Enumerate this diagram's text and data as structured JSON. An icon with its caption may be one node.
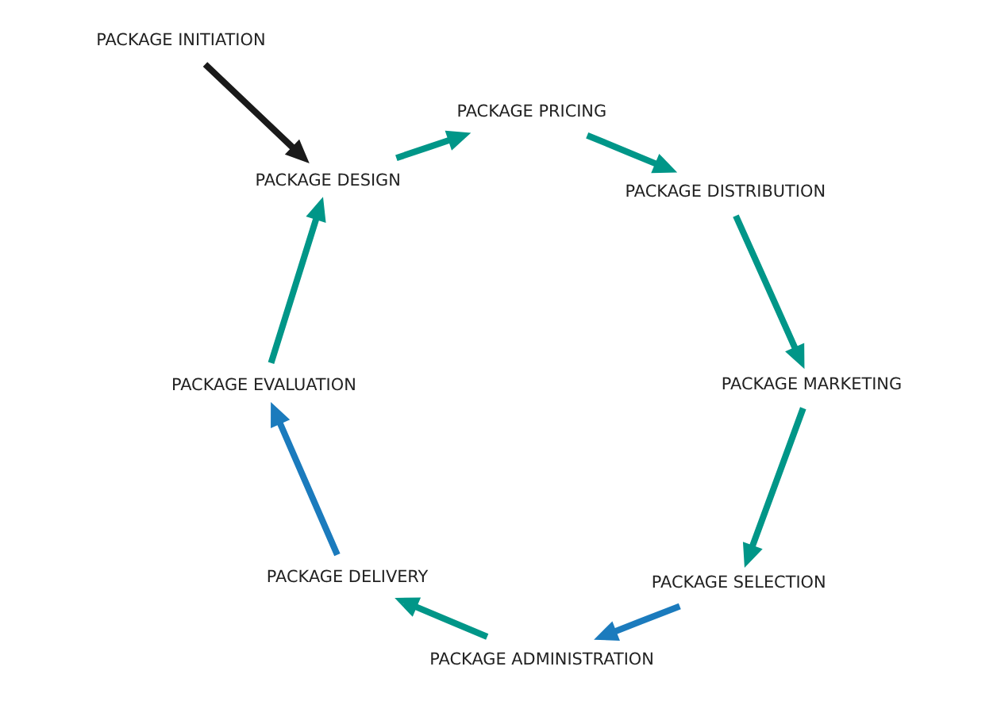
{
  "diagram": {
    "nodes": [
      {
        "text": [
          "PACKAGE INITIATION"
        ]
      },
      {
        "text": [
          "PACKAGE EVALUATION"
        ]
      },
      {
        "text": [
          "PACKAGE DESIGN"
        ]
      },
      {
        "text": [
          "PACKAGE PRICING"
        ]
      },
      {
        "text": [
          "PACKAGE DISTRIBUTION"
        ]
      },
      {
        "text": [
          "PACKAGE MARKETING"
        ]
      },
      {
        "text": [
          "PACKAGE SELECTION"
        ]
      },
      {
        "text": [
          "PACKAGE ADMINISTRATION"
        ]
      },
      {
        "text": [
          "PACKAGE DELIVERY"
        ]
      }
    ],
    "edges": [
      {
        "from": 0,
        "to": 2,
        "arrow": "to",
        "color": "#1a1a1a"
      },
      {
        "from": 1,
        "to": 2,
        "arrow": "to"
      },
      {
        "from": 2,
        "to": 3,
        "arrow": "to"
      },
      {
        "from": 3,
        "to": 4,
        "arrow": "to"
      },
      {
        "from": 4,
        "to": 5,
        "arrow": "to"
      },
      {
        "from": 5,
        "to": 6,
        "arrow": "to"
      },
      {
        "from": 6,
        "to": 7,
        "arrow": "to",
        "color": "#1b7bbd"
      },
      {
        "from": 7,
        "to": 8,
        "arrow": "to"
      },
      {
        "from": 8,
        "to": 1,
        "arrow": "to",
        "color": "#1b7bbd"
      }
    ]
  }
}
